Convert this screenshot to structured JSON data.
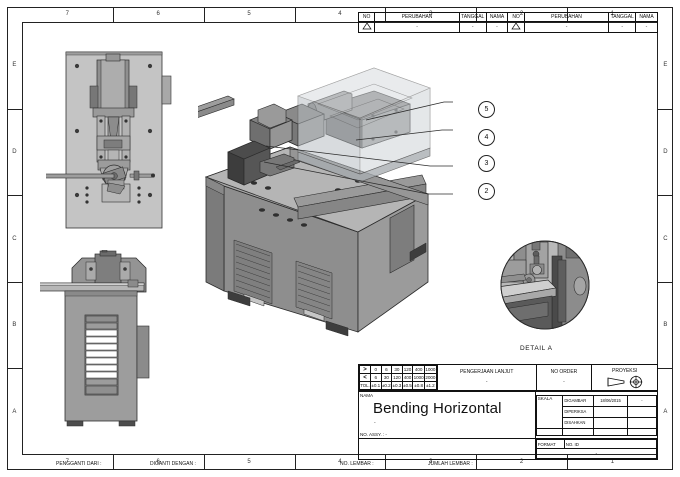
{
  "sheet": {
    "zones_top": [
      "7",
      "6",
      "5",
      "4",
      "3",
      "2",
      "1"
    ],
    "zones_bottom": [
      "7",
      "6",
      "5",
      "4",
      "3",
      "2",
      "1"
    ],
    "zones_left": [
      "E",
      "D",
      "C",
      "B",
      "A"
    ],
    "zones_right": [
      "E",
      "D",
      "C",
      "B",
      "A"
    ]
  },
  "revision_table": {
    "headers_left": [
      "NO",
      "PERUBAHAN",
      "TANGGAL",
      "NAMA"
    ],
    "headers_right": [
      "NO",
      "PERUBAHAN",
      "TANGGAL",
      "NAMA"
    ],
    "row_left": [
      "",
      "-",
      "-",
      "-"
    ],
    "row_right": [
      "",
      "-",
      "-",
      "-"
    ]
  },
  "tolerance": {
    "row_gt_label": ">",
    "row_lt_label": "<",
    "row_tol_label": "TOL.",
    "gt": [
      "0",
      "6",
      "30",
      "120",
      "400",
      "1000"
    ],
    "lt": [
      "6",
      "30",
      "120",
      "400",
      "1000",
      "2000"
    ],
    "tol": [
      "±0.1",
      "±0.2",
      "±0.3",
      "±0.5",
      "±0.8",
      "±1.2"
    ]
  },
  "title_block": {
    "pengerjaan_lanjut_label": "PENGERJAAN LANJUT",
    "pengerjaan_lanjut_value": "-",
    "no_order_label": "NO ORDER",
    "no_order_value": "-",
    "proyeksi_label": "PROYEKSI",
    "nama_label": "NAMA",
    "drawing_title": "Bending Horizontal",
    "drawing_subtitle": "-",
    "no_assy_label": "NO. ASSY. : ",
    "no_assy_value": "-",
    "skala_label": "SKALA",
    "skala_value": "-",
    "digambar_label": "DIGAMBAR",
    "digambar_date": "18/06/2015",
    "digambar_name": "-",
    "diperiksa_label": "DIPERIKSA",
    "diperiksa_date": "",
    "diperiksa_name": "",
    "disahkan_label": "DISAHKAN",
    "disahkan_date": "",
    "disahkan_name": "",
    "format_label": "FORMAT",
    "no_id_label": "NO. ID",
    "no_id_value": "-"
  },
  "bottom_strip": {
    "pengganti_dari": "PENGGANTI DARI :",
    "diganti_dengan": "DIGANTI DENGAN :",
    "no_lembar": "NO. LEMBAR :",
    "jumlah_lembar": "JUMLAH LEMBAR :"
  },
  "views": {
    "top_view_name": "top-plan-view",
    "side_view_name": "side-elevation-view",
    "isometric_view_name": "isometric-assembly-view",
    "detail_label": "DETAIL A"
  },
  "balloons": [
    {
      "num": "5"
    },
    {
      "num": "4"
    },
    {
      "num": "3"
    },
    {
      "num": "2"
    }
  ],
  "colors": {
    "line": "#222222",
    "metal_light": "#bdbdbd",
    "metal_mid": "#9a9a9a",
    "metal_dark": "#6e6e6e",
    "metal_darker": "#4f4f4f",
    "glass": "#c9cdd1"
  }
}
